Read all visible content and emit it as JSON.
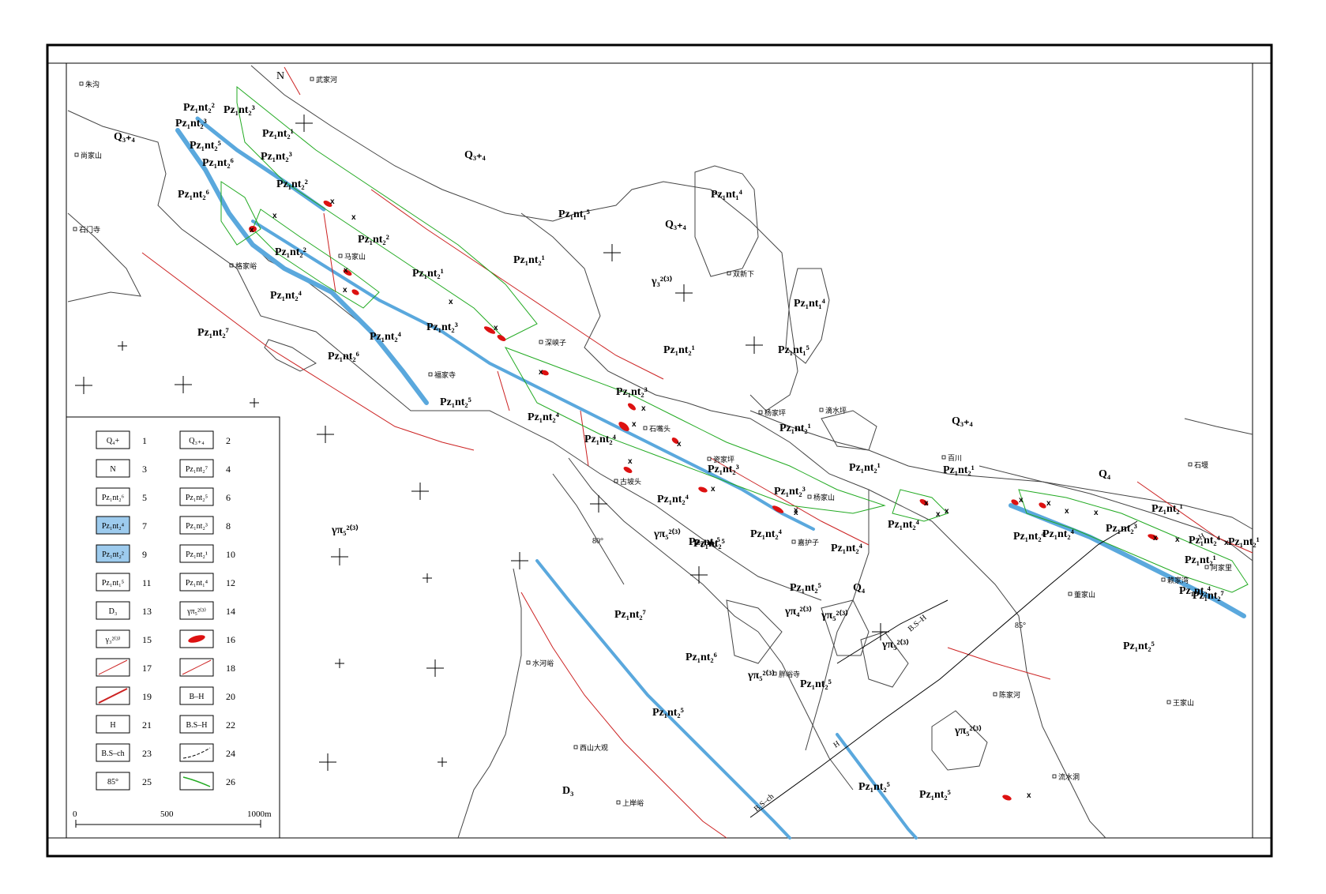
{
  "north_label": "N",
  "colors": {
    "boundary": "#444444",
    "fault": "#cc2222",
    "marker_bed": "#22aa22",
    "blue_band": "#5aa8dd",
    "blue_fill": "#9dcbee",
    "ore": "#dd1111"
  },
  "units": [
    {
      "text": "Pz₁nt₂²"
    },
    {
      "text": "Pz₁nt₂³"
    },
    {
      "text": "Pz₁nt₂³"
    },
    {
      "text": "Q₃₊₄"
    },
    {
      "text": "Pz₁nt₂⁵"
    },
    {
      "text": "Pz₁nt₂¹"
    },
    {
      "text": "Pz₁nt₂⁶"
    },
    {
      "text": "Pz₁nt₂³"
    },
    {
      "text": "Pz₁nt₂²"
    },
    {
      "text": "Pz₁nt₂⁶"
    },
    {
      "text": "Q₃₊₄"
    },
    {
      "text": "Pz₁nt₁⁴"
    },
    {
      "text": "Pz₁nt₁⁵"
    },
    {
      "text": "Q₃₊₄"
    },
    {
      "text": "Pz₁nt₂²"
    },
    {
      "text": "Pz₁nt₂¹"
    },
    {
      "text": "Pz₁nt₂²"
    },
    {
      "text": "Pz₁nt₂¹"
    },
    {
      "text": "γ₃²⁽³⁾"
    },
    {
      "text": "Pz₁nt₁⁴"
    },
    {
      "text": "Pz₁nt₂⁴"
    },
    {
      "text": "Pz₁nt₂⁷"
    },
    {
      "text": "Pz₁nt₂⁴"
    },
    {
      "text": "Pz₁nt₂³"
    },
    {
      "text": "Pz₁nt₂¹"
    },
    {
      "text": "Pz₁nt₁⁵"
    },
    {
      "text": "Pz₁nt₂⁶"
    },
    {
      "text": "Pz₁nt₂⁵"
    },
    {
      "text": "Pz₁nt₂³"
    },
    {
      "text": "Pz₁nt₂⁴"
    },
    {
      "text": "Pz₁nt₂⁴"
    },
    {
      "text": "Pz₁nt₂¹"
    },
    {
      "text": "Q₃₊₄"
    },
    {
      "text": "Pz₁nt₂³"
    },
    {
      "text": "Pz₁nt₂¹"
    },
    {
      "text": "Pz₁nt₂¹"
    },
    {
      "text": "Pz₁nt₂⁴"
    },
    {
      "text": "Pz₁nt₂³"
    },
    {
      "text": "Q₄"
    },
    {
      "text": "Pz₁nt₂¹"
    },
    {
      "text": "Pz₁nt₂⁴"
    },
    {
      "text": "Pz₁nt₂⁴"
    },
    {
      "text": "Pz₁nt₂⁵"
    },
    {
      "text": "Pz₁nt₂⁴"
    },
    {
      "text": "Pz₁nt₂⁴"
    },
    {
      "text": "Pz₁nt₂⁴"
    },
    {
      "text": "Pz₁nt₂³"
    },
    {
      "text": "Pz₁nt₂⁴"
    },
    {
      "text": "Pz₁nt₂¹"
    },
    {
      "text": "Pz₁nt₂¹"
    },
    {
      "text": "Pz₁nt₂⁴"
    },
    {
      "text": "γπ₅²⁽³⁾"
    },
    {
      "text": "γπ₅²⁽³⁾"
    },
    {
      "text": "Pz₁nt₂⁵"
    },
    {
      "text": "Pz₁nt₂⁵"
    },
    {
      "text": "Q₄"
    },
    {
      "text": "γπ₄²⁽³⁾"
    },
    {
      "text": "γπ₅²⁽³⁾"
    },
    {
      "text": "Pz₁nt₂⁷"
    },
    {
      "text": "Pz₁nt₂⁶"
    },
    {
      "text": "γπ₅²⁽³⁾"
    },
    {
      "text": "Pz₁nt₂⁵"
    },
    {
      "text": "γπ₅²⁽³⁾"
    },
    {
      "text": "Pz₁nt₂⁵"
    },
    {
      "text": "Pz₁nt₂⁵"
    },
    {
      "text": "γπ₅²⁽³⁾"
    },
    {
      "text": "D₃"
    },
    {
      "text": "Pz₁nt₂⁵"
    },
    {
      "text": "Pz₁nt₂⁵"
    },
    {
      "text": "Pz₁nt₂⁷"
    }
  ],
  "places": [
    {
      "text": "朱沟"
    },
    {
      "text": "武家河"
    },
    {
      "text": "尚家山"
    },
    {
      "text": "石门寺"
    },
    {
      "text": "格家峪"
    },
    {
      "text": "马家山"
    },
    {
      "text": "双新下"
    },
    {
      "text": "深峡子"
    },
    {
      "text": "福家寺"
    },
    {
      "text": "杨家坪"
    },
    {
      "text": "滴水坪"
    },
    {
      "text": "石嘴头"
    },
    {
      "text": "百川"
    },
    {
      "text": "石堰"
    },
    {
      "text": "瓷家坪"
    },
    {
      "text": "古坡头"
    },
    {
      "text": "杨家山"
    },
    {
      "text": "嘉护子"
    },
    {
      "text": "阿家里"
    },
    {
      "text": "赖家湾"
    },
    {
      "text": "董家山"
    },
    {
      "text": "水河峪"
    },
    {
      "text": "胖峪寺"
    },
    {
      "text": "陈家河"
    },
    {
      "text": "王家山"
    },
    {
      "text": "西山大观"
    },
    {
      "text": "上岸峪"
    },
    {
      "text": "流水洞"
    }
  ],
  "ore_mark": "x",
  "dip_labels": [
    "80°",
    "85°"
  ],
  "scale": {
    "zero": "0",
    "mid": "500",
    "end": "1000m"
  },
  "legend": {
    "items": [
      {
        "sym": "Q₄+",
        "num": "1"
      },
      {
        "sym": "Q₃₊₄",
        "num": "2"
      },
      {
        "sym": "N",
        "num": "3"
      },
      {
        "sym": "Pz₁nt₂⁷",
        "num": "4"
      },
      {
        "sym": "Pz₁nt₂⁶",
        "num": "5"
      },
      {
        "sym": "Pz₁nt₂⁵",
        "num": "6"
      },
      {
        "sym": "Pz₁nt₂⁴",
        "num": "7"
      },
      {
        "sym": "Pz₁nt₂³",
        "num": "8"
      },
      {
        "sym": "Pz₁nt₂²",
        "num": "9"
      },
      {
        "sym": "Pz₁nt₂¹",
        "num": "10"
      },
      {
        "sym": "Pz₁nt₁⁵",
        "num": "11"
      },
      {
        "sym": "Pz₁nt₁⁴",
        "num": "12"
      },
      {
        "sym": "D₃",
        "num": "13"
      },
      {
        "sym": "γπ₅²⁽³⁾",
        "num": "14"
      },
      {
        "sym": "γ₃²⁽³⁾",
        "num": "15"
      },
      {
        "sym": "x",
        "num": "16"
      },
      {
        "sym": "",
        "num": "17"
      },
      {
        "sym": "",
        "num": "18"
      },
      {
        "sym": "",
        "num": "19"
      },
      {
        "sym": "B–H",
        "num": "20"
      },
      {
        "sym": "H",
        "num": "21"
      },
      {
        "sym": "B.S–H",
        "num": "22"
      },
      {
        "sym": "B.S–ch",
        "num": "23"
      },
      {
        "sym": "",
        "num": "24"
      },
      {
        "sym": "85°",
        "num": "25"
      },
      {
        "sym": "",
        "num": "26"
      }
    ]
  },
  "contact_labels": [
    "B.S–H",
    "H",
    "B.S–ch",
    "H"
  ]
}
